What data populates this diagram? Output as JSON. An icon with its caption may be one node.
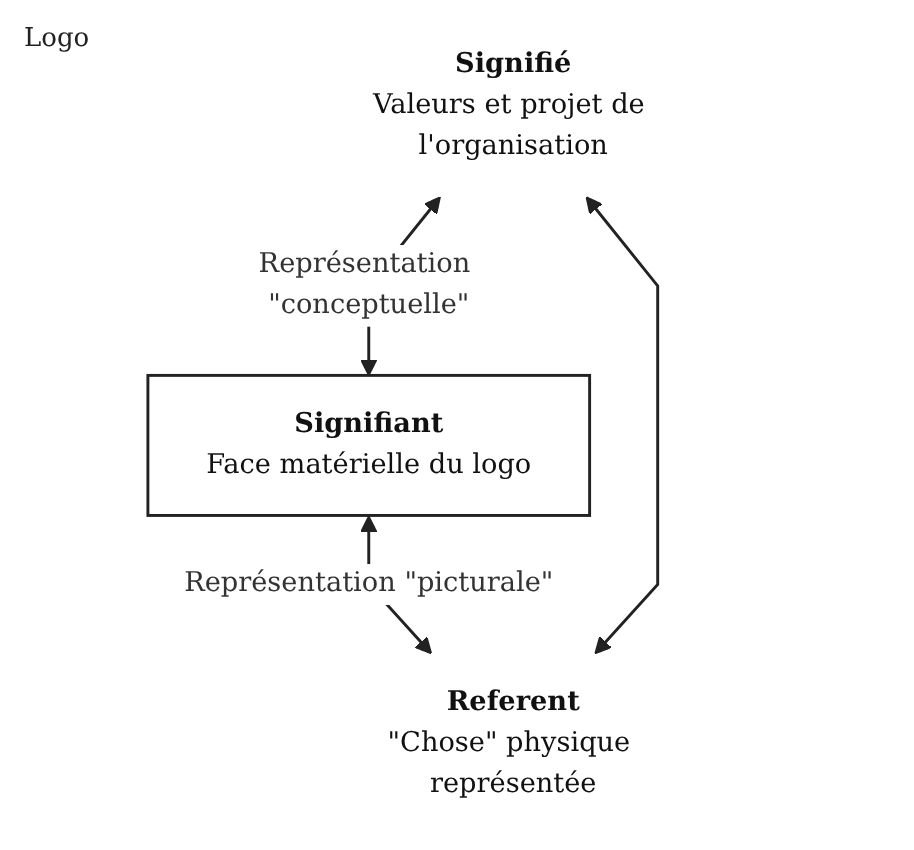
{
  "diagram": {
    "nodes": [
      {
        "text": [
          "Signifiant",
          "Face matérielle du logo"
        ]
      },
      {
        "text": [
          "Signifié",
          "Valeurs et projet de l'organisation"
        ]
      },
      {
        "text": [
          "Referent",
          "\"Chose\" physique représentée"
        ]
      }
    ],
    "edges": [
      {
        "from": 1,
        "to": 0,
        "arrow": "both",
        "label": "Représentation \"conceptuelle\""
      },
      {
        "from": 0,
        "to": 2,
        "arrow": "both",
        "label": "Représentation \"picturale\""
      },
      {
        "from": 1,
        "to": 2,
        "arrow": "both"
      }
    ],
    "labels": [
      "Logo"
    ]
  }
}
